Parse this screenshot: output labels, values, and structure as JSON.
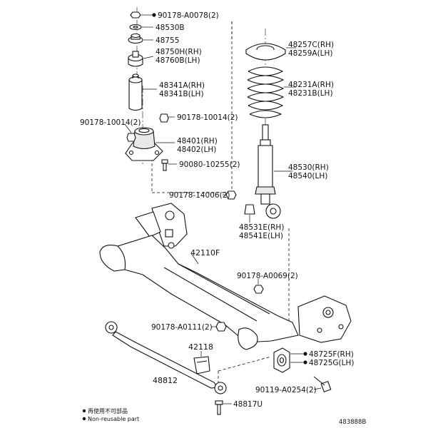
{
  "labels": {
    "nut_top": "90178-A0078(2)",
    "washer": "48530B",
    "plate": "48755",
    "cushion_a": "48750H(RH)",
    "cushion_b": "48760B(LH)",
    "bumper_a": "48341A(RH)",
    "bumper_b": "48341B(LH)",
    "nut_left": "90178-10014(2)",
    "nut_right": "90178-10014(2)",
    "support_a": "48401(RH)",
    "support_b": "48402(LH)",
    "bolt_support": "90080-10255(2)",
    "seat_a": "48257C(RH)",
    "seat_b": "48259A(LH)",
    "spring_a": "48231A(RH)",
    "spring_b": "48231B(LH)",
    "absorber_a": "48530(RH)",
    "absorber_b": "48540(LH)",
    "nut_absorber": "90178-14006(2)",
    "bush_a": "48531E(RH)",
    "bush_b": "48541E(LH)",
    "beam": "42110F",
    "nut_beam": "90178-A0069(2)",
    "nut_rod": "90178-A0111(2)",
    "bracket": "42118",
    "rod": "48812",
    "bushing_a": "48725F(RH)",
    "bushing_b": "48725G(LH)",
    "bolt_bush": "90119-A0254(2)",
    "bolt_bottom": "48817U"
  },
  "legend": {
    "line1": "再使用不可部品",
    "line2": "Non-reusable part"
  },
  "reference": "483888B"
}
